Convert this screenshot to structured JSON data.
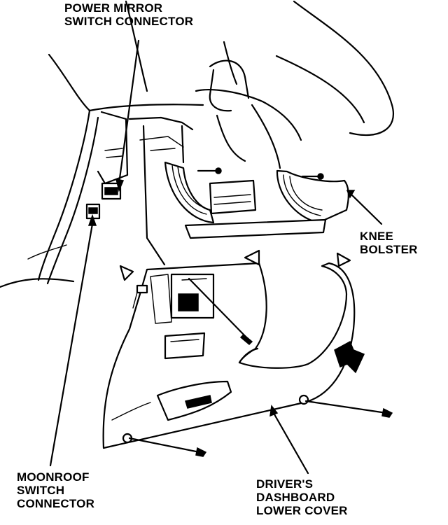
{
  "callouts": {
    "power_mirror": {
      "line1": "POWER MIRROR",
      "line2": "SWITCH CONNECTOR"
    },
    "knee_bolster": {
      "line1": "KNEE",
      "line2": "BOLSTER"
    },
    "moonroof": {
      "line1": "MOONROOF",
      "line2": "SWITCH",
      "line3": "CONNECTOR"
    },
    "lower_cover": {
      "line1": "DRIVER'S",
      "line2": "DASHBOARD",
      "line3": "LOWER COVER"
    }
  }
}
